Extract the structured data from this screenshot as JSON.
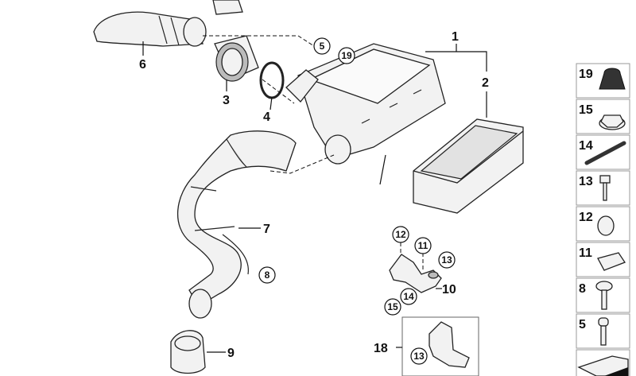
{
  "callouts": {
    "c1": "1",
    "c2": "2",
    "c3": "3",
    "c4": "4",
    "c6": "6",
    "c7": "7",
    "c9": "9",
    "c10": "10",
    "c18": "18",
    "circ5": "5",
    "circ19": "19",
    "circ8": "8",
    "circ12": "12",
    "circ11": "11",
    "circ13a": "13",
    "circ14": "14",
    "circ15": "15",
    "circ13b": "13"
  },
  "side_parts": [
    "19",
    "15",
    "14",
    "13",
    "12",
    "11",
    "8",
    "5"
  ]
}
